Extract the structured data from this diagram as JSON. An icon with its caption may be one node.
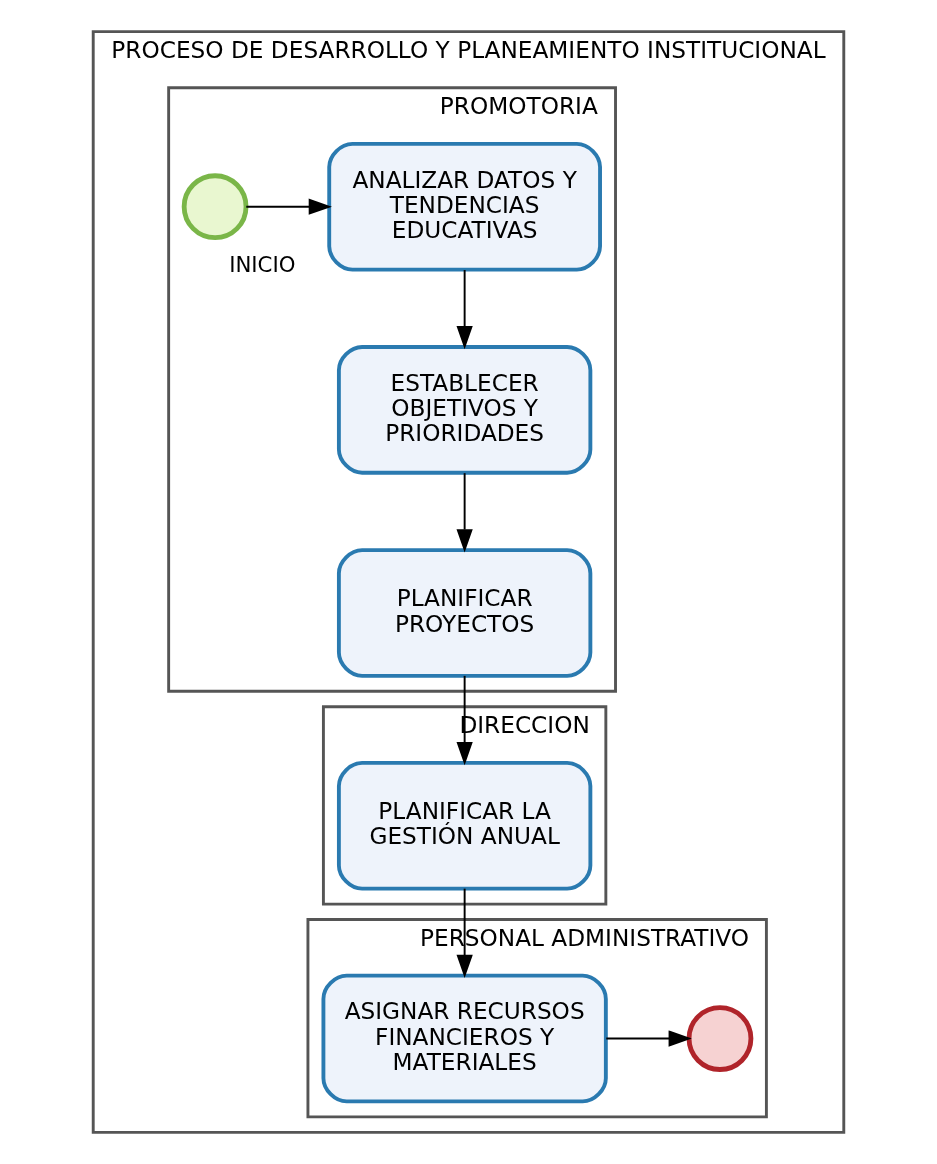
{
  "diagram": {
    "nodes": [
      {
        "text": [
          "PROCESO DE DESARROLLO Y PLANEAMIENTO INSTITUCIONAL"
        ]
      },
      {
        "text": [
          "PROMOTORIA"
        ],
        "in": 0
      },
      {
        "text": [],
        "shape": "circle",
        "beside": [
          "INICIO"
        ],
        "in": 1
      },
      {
        "text": [
          "ANALIZAR DATOS Y TENDENCIAS EDUCATIVAS"
        ],
        "in": 1
      },
      {
        "text": [
          "ESTABLECER OBJETIVOS Y PRIORIDADES"
        ],
        "in": 1
      },
      {
        "text": [
          "PLANIFICAR PROYECTOS"
        ],
        "in": 1
      },
      {
        "text": [
          "DIRECCION"
        ],
        "in": 0
      },
      {
        "text": [
          "PLANIFICAR LA GESTIÓN ANUAL"
        ],
        "in": 6
      },
      {
        "text": [
          "PERSONAL ADMINISTRATIVO"
        ],
        "in": 0
      },
      {
        "text": [
          "ASIGNAR RECURSOS FINANCIEROS Y MATERIALES"
        ],
        "in": 8
      },
      {
        "text": [],
        "shape": "circle",
        "in": 8
      }
    ],
    "edges": [
      {
        "from": 2,
        "to": 3,
        "arrow": "to"
      },
      {
        "from": 3,
        "to": 4,
        "arrow": "to"
      },
      {
        "from": 4,
        "to": 5,
        "arrow": "to"
      },
      {
        "from": 5,
        "to": 7,
        "arrow": "to"
      },
      {
        "from": 7,
        "to": 9,
        "arrow": "to"
      },
      {
        "from": 9,
        "to": 10,
        "arrow": "to"
      }
    ]
  }
}
